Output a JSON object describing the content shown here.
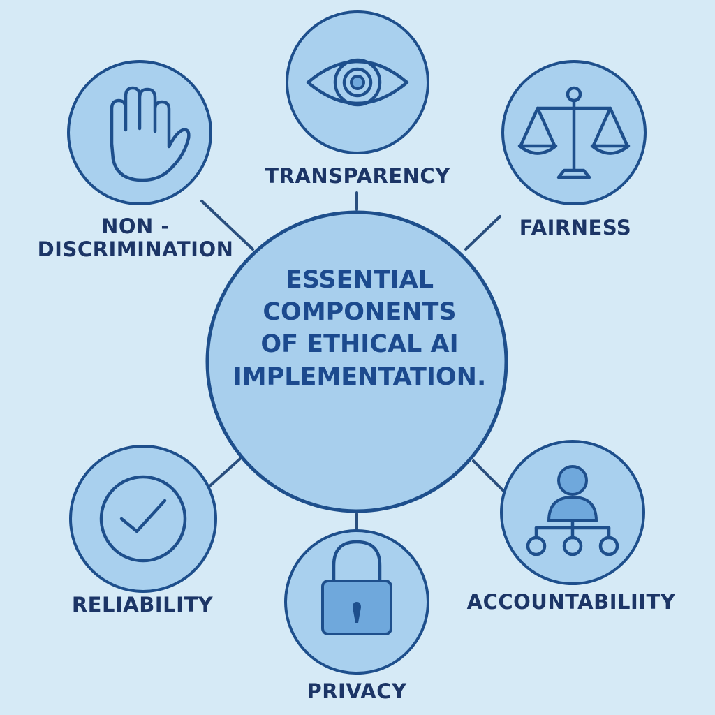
{
  "center": {
    "lines": [
      "ESSENTIAL",
      "COMPONENTS",
      "OF ETHICAL AI",
      "IMPLEMENTATION."
    ]
  },
  "components": [
    {
      "id": "transparency",
      "label": "TRANSPARENCY",
      "icon": "eye-icon"
    },
    {
      "id": "fairness",
      "label": "FAIRNESS",
      "icon": "scales-icon"
    },
    {
      "id": "accountability",
      "label": "ACCOUNTABILIITY",
      "icon": "hierarchy-icon"
    },
    {
      "id": "privacy",
      "label": "PRIVACY",
      "icon": "padlock-icon"
    },
    {
      "id": "reliability",
      "label": "RELIABILITY",
      "icon": "checkmark-icon"
    },
    {
      "id": "non-discrimination",
      "label_line1": "NON -",
      "label_line2": "DISCRIMINATION",
      "icon": "raised-hand-icon"
    }
  ],
  "colors": {
    "background": "#d6eaf6",
    "node_fill": "#a9d0ee",
    "outline": "#1e4f8c",
    "label_text": "#1c3566",
    "title_text": "#1c4a8e"
  }
}
